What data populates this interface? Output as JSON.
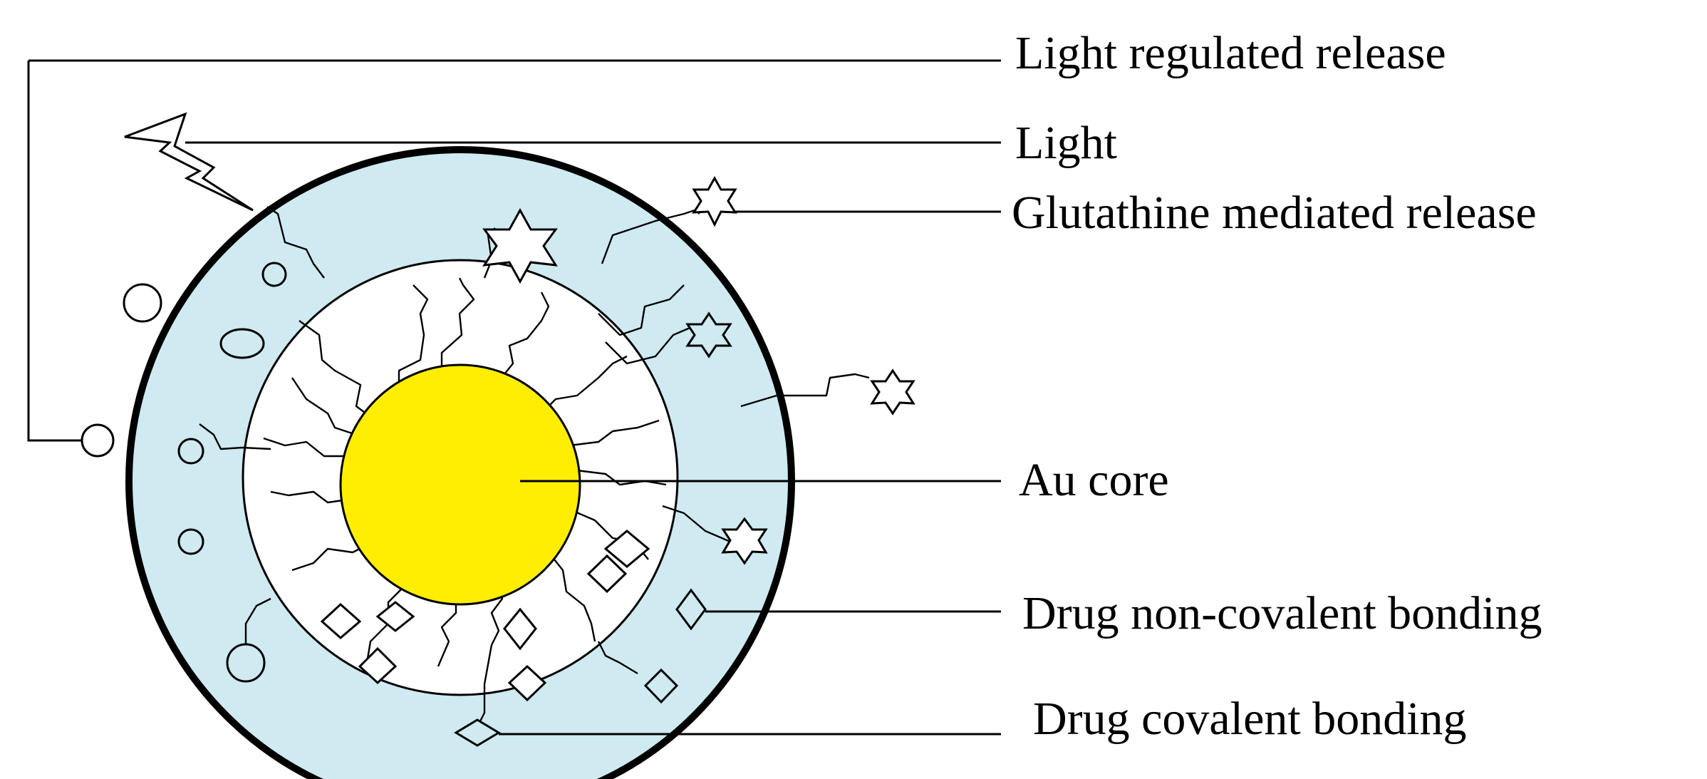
{
  "colors": {
    "shell": "#cfeaf1",
    "core": "#ffee00",
    "inner_layer": "#ffffff",
    "outline": "#000000"
  },
  "labels": {
    "light_regulated_release": "Light regulated release",
    "light": "Light",
    "glutathione_release": "Glutathine mediated release",
    "au_core": "Au core",
    "drug_non_covalent": "Drug non-covalent bonding",
    "drug_covalent": "Drug covalent bonding"
  },
  "icons": {
    "lightning": "lightning-bolt-icon",
    "star_drug": "six-point-star",
    "diamond_drug": "diamond",
    "circle_drug": "circle"
  }
}
